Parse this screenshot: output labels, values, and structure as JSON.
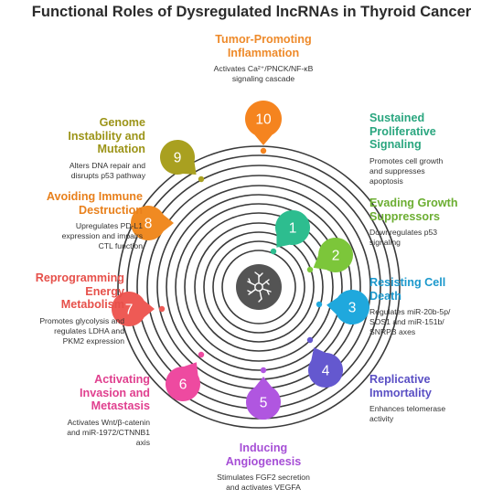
{
  "title": "Functional Roles of Dysregulated lncRNAs in Thyroid Cancer",
  "hallmarks": [
    {
      "number": "1",
      "title": [
        "Sustained",
        "Proliferative",
        "Signaling"
      ],
      "desc": [
        "Promotes cell growth",
        "and suppresses",
        "apoptosis"
      ],
      "color": "#2dbd8f",
      "title_color": "#2aa67f"
    },
    {
      "number": "2",
      "title": [
        "Evading Growth",
        "Suppressors"
      ],
      "desc": [
        "Downregulates p53",
        "signaling"
      ],
      "color": "#7cc63a",
      "title_color": "#6cae32"
    },
    {
      "number": "3",
      "title": [
        "Resisting Cell",
        "Death"
      ],
      "desc": [
        "Regulates miR-20b-5p/",
        "SOS1 and miR-151b/",
        "SNRPB axes"
      ],
      "color": "#1fa8dd",
      "title_color": "#1b98cc"
    },
    {
      "number": "4",
      "title": [
        "Replicative",
        "Immortality"
      ],
      "desc": [
        "Enhances telomerase",
        "activity"
      ],
      "color": "#6458cf",
      "title_color": "#5a4fc4"
    },
    {
      "number": "5",
      "title": [
        "Inducing",
        "Angiogenesis"
      ],
      "desc": [
        "Stimulates FGF2 secretion",
        "and activates VEGFA"
      ],
      "color": "#b056e0",
      "title_color": "#a64fd6"
    },
    {
      "number": "6",
      "title": [
        "Activating",
        "Invasion and",
        "Metastasis"
      ],
      "desc": [
        "Activates Wnt/β-catenin",
        "and miR-1972/CTNNB1",
        "axis"
      ],
      "color": "#ee4aa0",
      "title_color": "#e0408f"
    },
    {
      "number": "7",
      "title": [
        "Reprogramming",
        "Energy",
        "Metabolism"
      ],
      "desc": [
        "Promotes glycolysis and",
        "regulates LDHA and",
        "PKM2 expression"
      ],
      "color": "#ee5a55",
      "title_color": "#e6504a"
    },
    {
      "number": "8",
      "title": [
        "Avoiding Immune",
        "Destruction"
      ],
      "desc": [
        "Upregulates PD-L1",
        "expression and impairs",
        "CTL function"
      ],
      "color": "#f08a22",
      "title_color": "#e8801c"
    },
    {
      "number": "9",
      "title": [
        "Genome",
        "Instability and",
        "Mutation"
      ],
      "desc": [
        "Alters DNA repair and",
        "disrupts p53 pathway"
      ],
      "color": "#a9a020",
      "title_color": "#9c9418"
    },
    {
      "number": "10",
      "title": [
        "Tumor-Promoting",
        "Inflammation"
      ],
      "desc": [
        "Activates Ca²⁺/PNCK/NF-κB",
        "signaling cascade"
      ],
      "color": "#f5841f",
      "title_color": "#ee8a2a"
    }
  ],
  "center_icon": "neuron-icon"
}
